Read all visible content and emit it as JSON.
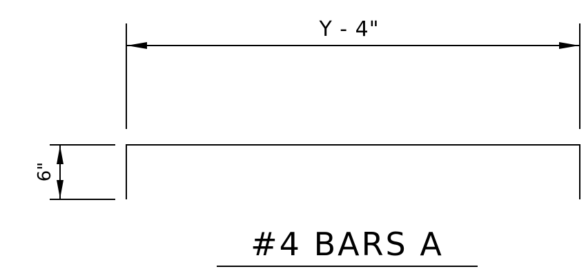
{
  "drawing": {
    "horizontal_dimension_label": "Y - 4\"",
    "vertical_dimension_label": "6\"",
    "title": "#4 BARS A",
    "line_color": "#000000",
    "background_color": "#ffffff"
  }
}
